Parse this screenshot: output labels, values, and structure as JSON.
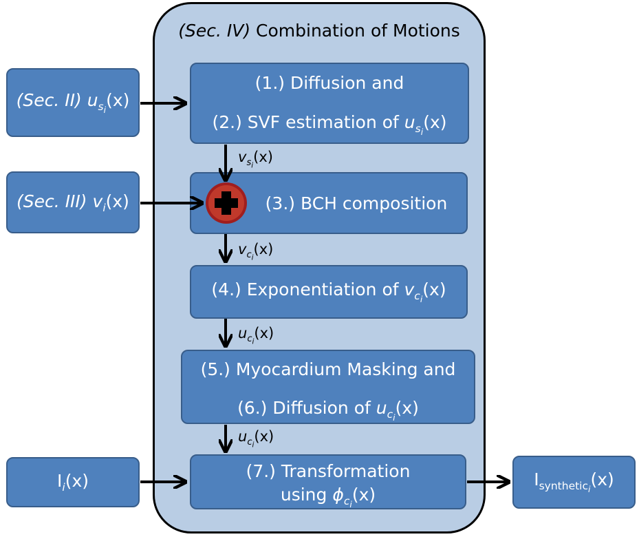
{
  "panel": {
    "title_sec": "(Sec. IV)",
    "title_rest": " Combination of Motions"
  },
  "inputs": {
    "in1": {
      "sec": "(Sec. II) ",
      "var": "u",
      "sub": "s",
      "subsub": "i",
      "tail": "(x)"
    },
    "in2": {
      "sec": "(Sec. III) ",
      "var": "v",
      "sub": "i",
      "tail": "(x)"
    },
    "in3": {
      "main": "I",
      "sub": "i",
      "tail": "(x)"
    }
  },
  "output": {
    "main": "I",
    "sub": "synthetic",
    "subsub": "i",
    "tail": "(x)"
  },
  "steps": {
    "s12": {
      "line1": "(1.)  Diffusion and",
      "line2_pre": "(2.) SVF estimation of ",
      "var": "u",
      "sub": "s",
      "subsub": "i",
      "tail": "(x)"
    },
    "s3": {
      "text": "(3.) BCH composition"
    },
    "s4": {
      "pre": "(4.) Exponentiation of ",
      "var": "v",
      "sub": "c",
      "subsub": "i",
      "tail": "(x)"
    },
    "s56": {
      "line1": "(5.) Myocardium Masking and",
      "line2_pre": "(6.) Diffusion of ",
      "var": "u",
      "sub": "c",
      "subsub": "i",
      "tail": "(x)"
    },
    "s7": {
      "line1": "(7.) Transformation",
      "line2_pre": "using ",
      "var": "ϕ",
      "sub": "c",
      "subsub": "i",
      "tail": "(x)"
    }
  },
  "edges": {
    "e1": {
      "var": "v",
      "sub": "s",
      "subsub": "i",
      "tail": "(x)"
    },
    "e2": {
      "var": "v",
      "sub": "c",
      "subsub": "i",
      "tail": "(x)"
    },
    "e3": {
      "var": "u",
      "sub": "c",
      "subsub": "i",
      "tail": "(x)"
    },
    "e4": {
      "var": "u",
      "sub": "c",
      "subsub": "i",
      "tail": "(x)"
    }
  },
  "colors": {
    "box_fill": "#4f81bd",
    "box_border": "#385d8a",
    "panel_fill": "#b9cde4",
    "plus_circle": "#c0392b"
  },
  "icons": {
    "combine": "plus-circle-icon"
  }
}
